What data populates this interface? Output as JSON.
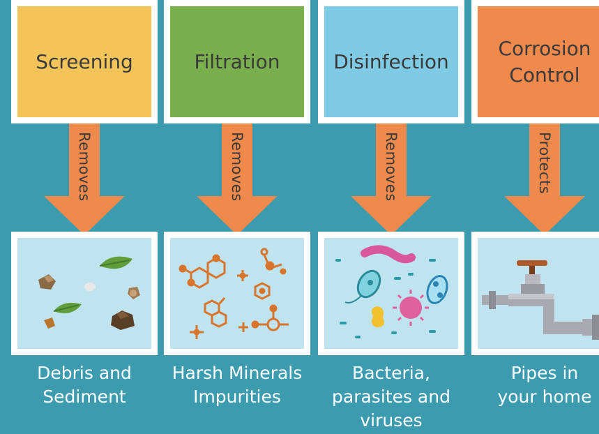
{
  "columns": [
    {
      "step": "Screening",
      "step_color": "#f2c45a",
      "verb": "Removes",
      "result": "Debris and\nSediment",
      "illustration_icon": "debris-sediment-icon"
    },
    {
      "step": "Filtration",
      "step_color": "#79b04d",
      "verb": "Removes",
      "result": "Harsh Minerals\nImpurities",
      "illustration_icon": "molecules-icon"
    },
    {
      "step": "Disinfection",
      "step_color": "#7fcbe5",
      "verb": "Removes",
      "result": "Bacteria,\nparasites and\nviruses",
      "illustration_icon": "microbes-icon"
    },
    {
      "step": "Corrosion\nControl",
      "step_color": "#ef8a4c",
      "verb": "Protects",
      "result": "Pipes in\nyour home",
      "illustration_icon": "faucet-pipe-icon"
    }
  ],
  "colors": {
    "background": "#3d9bb0",
    "arrow": "#ef8a4c",
    "illustration_bg": "#bfe3ef",
    "frame": "#ffffff"
  }
}
